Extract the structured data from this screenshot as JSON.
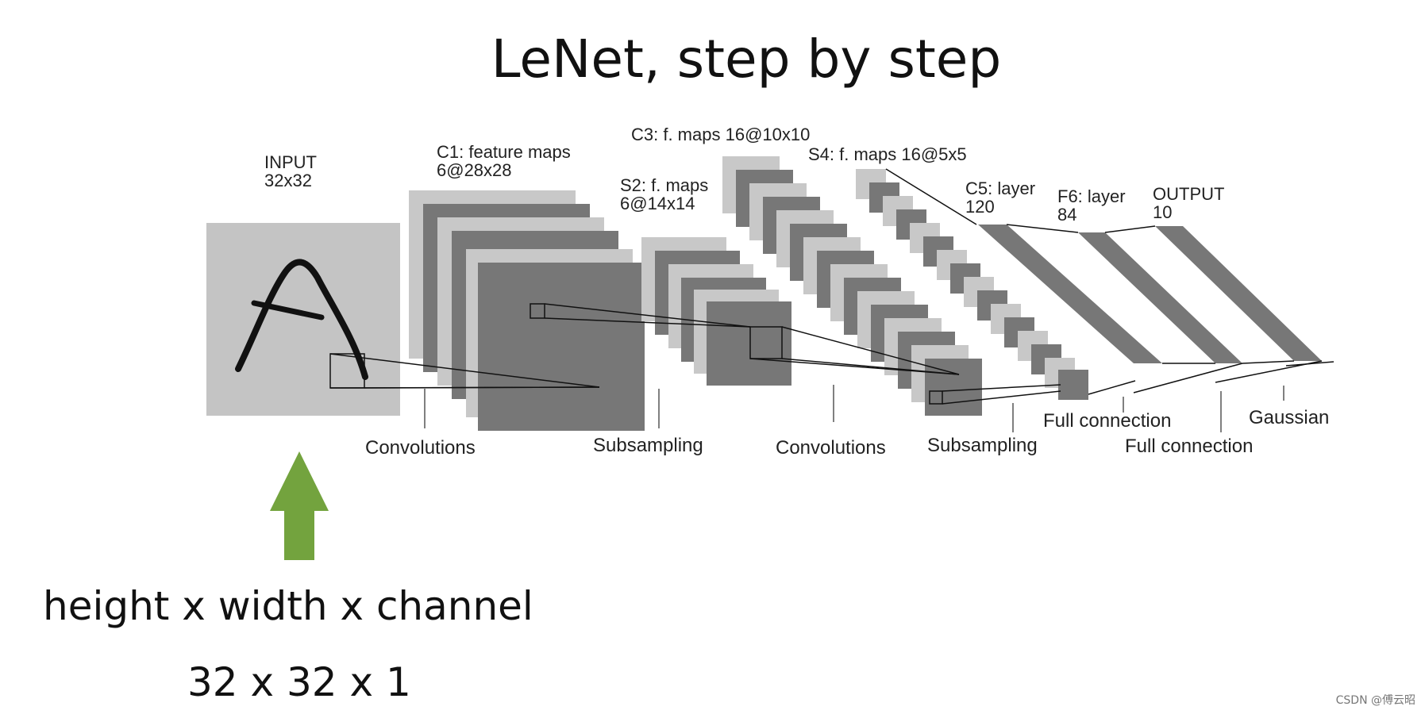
{
  "title": "LeNet, step by step",
  "layers": {
    "input": "INPUT\n32x32",
    "c1": "C1: feature maps\n6@28x28",
    "s2": "S2: f. maps\n6@14x14",
    "c3": "C3: f. maps 16@10x10",
    "s4": "S4: f. maps 16@5x5",
    "c5": "C5: layer\n120",
    "f6": "F6: layer\n84",
    "output": "OUTPUT\n10"
  },
  "operations": {
    "conv1": "Convolutions",
    "sub1": "Subsampling",
    "conv2": "Convolutions",
    "sub2": "Subsampling",
    "full1": "Full connection",
    "full2": "Full connection",
    "gaussian": "Gaussian"
  },
  "input_description": {
    "formula": "height x width x channel",
    "dims": "32 x 32 x 1"
  },
  "colors": {
    "arrow": "#73a33e",
    "dark_map": "#777777",
    "light_map": "#c8c8c8",
    "input_bg": "#c4c4c4"
  },
  "watermark": "CSDN @傅云昭"
}
